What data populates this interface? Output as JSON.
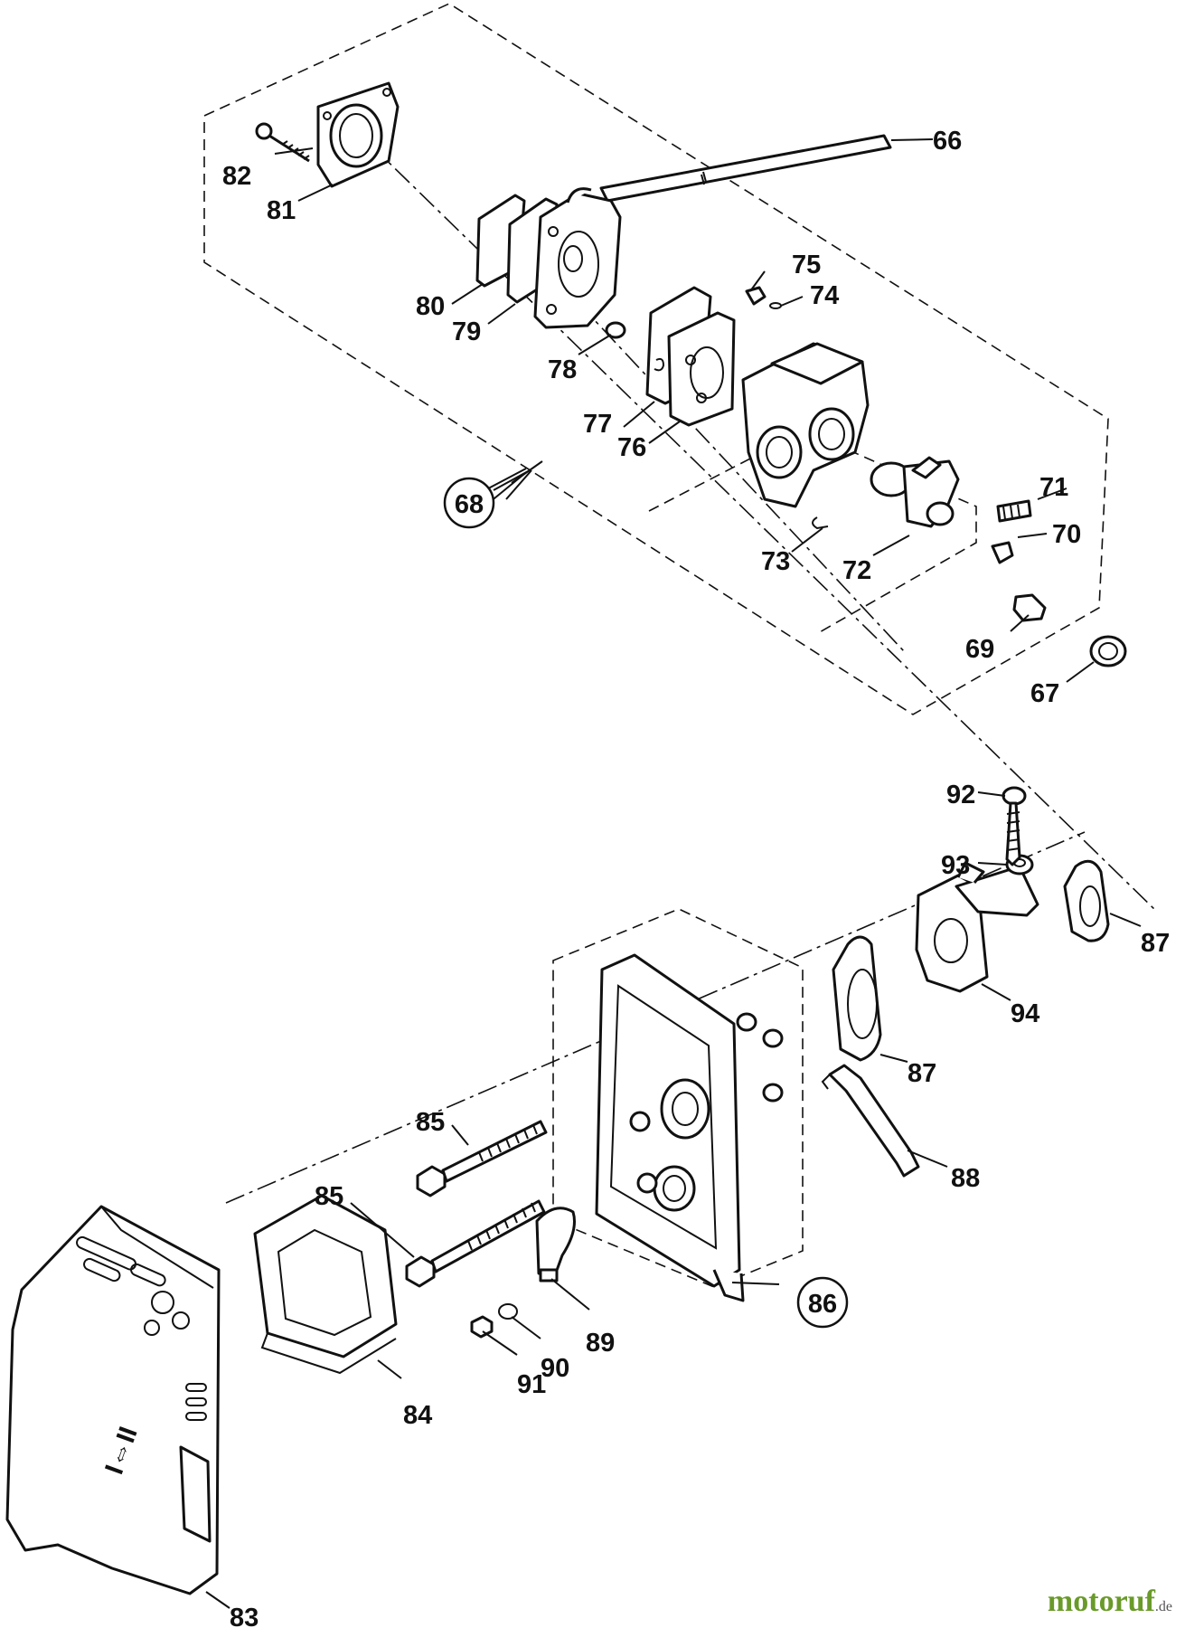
{
  "labels": {
    "p66": "66",
    "p67": "67",
    "p68": "68",
    "p69": "69",
    "p70": "70",
    "p71": "71",
    "p72": "72",
    "p73": "73",
    "p74": "74",
    "p75": "75",
    "p76": "76",
    "p77": "77",
    "p78": "78",
    "p79": "79",
    "p80": "80",
    "p81": "81",
    "p82": "82",
    "p83": "83",
    "p84": "84",
    "p85a": "85",
    "p85b": "85",
    "p86": "86",
    "p87a": "87",
    "p87b": "87",
    "p88": "88",
    "p89": "89",
    "p90": "90",
    "p91": "91",
    "p92": "92",
    "p93": "93",
    "p94": "94"
  },
  "watermark": {
    "brand": "motoruf",
    "tld": ".de"
  }
}
